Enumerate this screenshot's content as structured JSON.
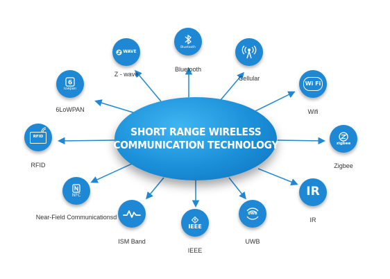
{
  "hub": {
    "line1": "SHORT RANGE WIRELESS",
    "line2": "COMMUNICATION TECHNOLOGY"
  },
  "colors": {
    "node_fill": "#1e88d5",
    "hub_fill": "#1a8fd8",
    "arrow": "#1e88d5",
    "label": "#333333"
  },
  "nodes": [
    {
      "key": "zwave",
      "label": "Z - wave",
      "icon": "z-wave-logo-icon",
      "icon_text": "WAVE"
    },
    {
      "key": "bluetooth",
      "label": "Bluetooth",
      "icon": "bluetooth-icon",
      "icon_text": "Bluetooth"
    },
    {
      "key": "cellular",
      "label": "Cellular",
      "icon": "cellular-tower-icon"
    },
    {
      "key": "lowpan",
      "label": "6LoWPAN",
      "icon": "6lowpan-icon",
      "icon_text": "lowpan"
    },
    {
      "key": "wifi",
      "label": "Wifi",
      "icon": "wifi-icon",
      "icon_text": "Wi Fi"
    },
    {
      "key": "rfid",
      "label": "RFID",
      "icon": "rfid-tag-icon",
      "icon_text": "RFID"
    },
    {
      "key": "zigbee",
      "label": "Zigbee",
      "icon": "zigbee-icon",
      "icon_text": "zigbee"
    },
    {
      "key": "nfc",
      "label": "Near-Field Communicationsd",
      "icon": "nfc-icon",
      "icon_text": "NFC"
    },
    {
      "key": "ir",
      "label": "IR",
      "icon": "ir-icon",
      "icon_text": "IR"
    },
    {
      "key": "ism",
      "label": "ISM Band",
      "icon": "ism-waveform-icon"
    },
    {
      "key": "ieee",
      "label": "IEEE",
      "icon": "ieee-logo-icon",
      "icon_text": "IEEE"
    },
    {
      "key": "uwb",
      "label": "UWB",
      "icon": "uwb-icon",
      "icon_text": "UWB"
    }
  ]
}
